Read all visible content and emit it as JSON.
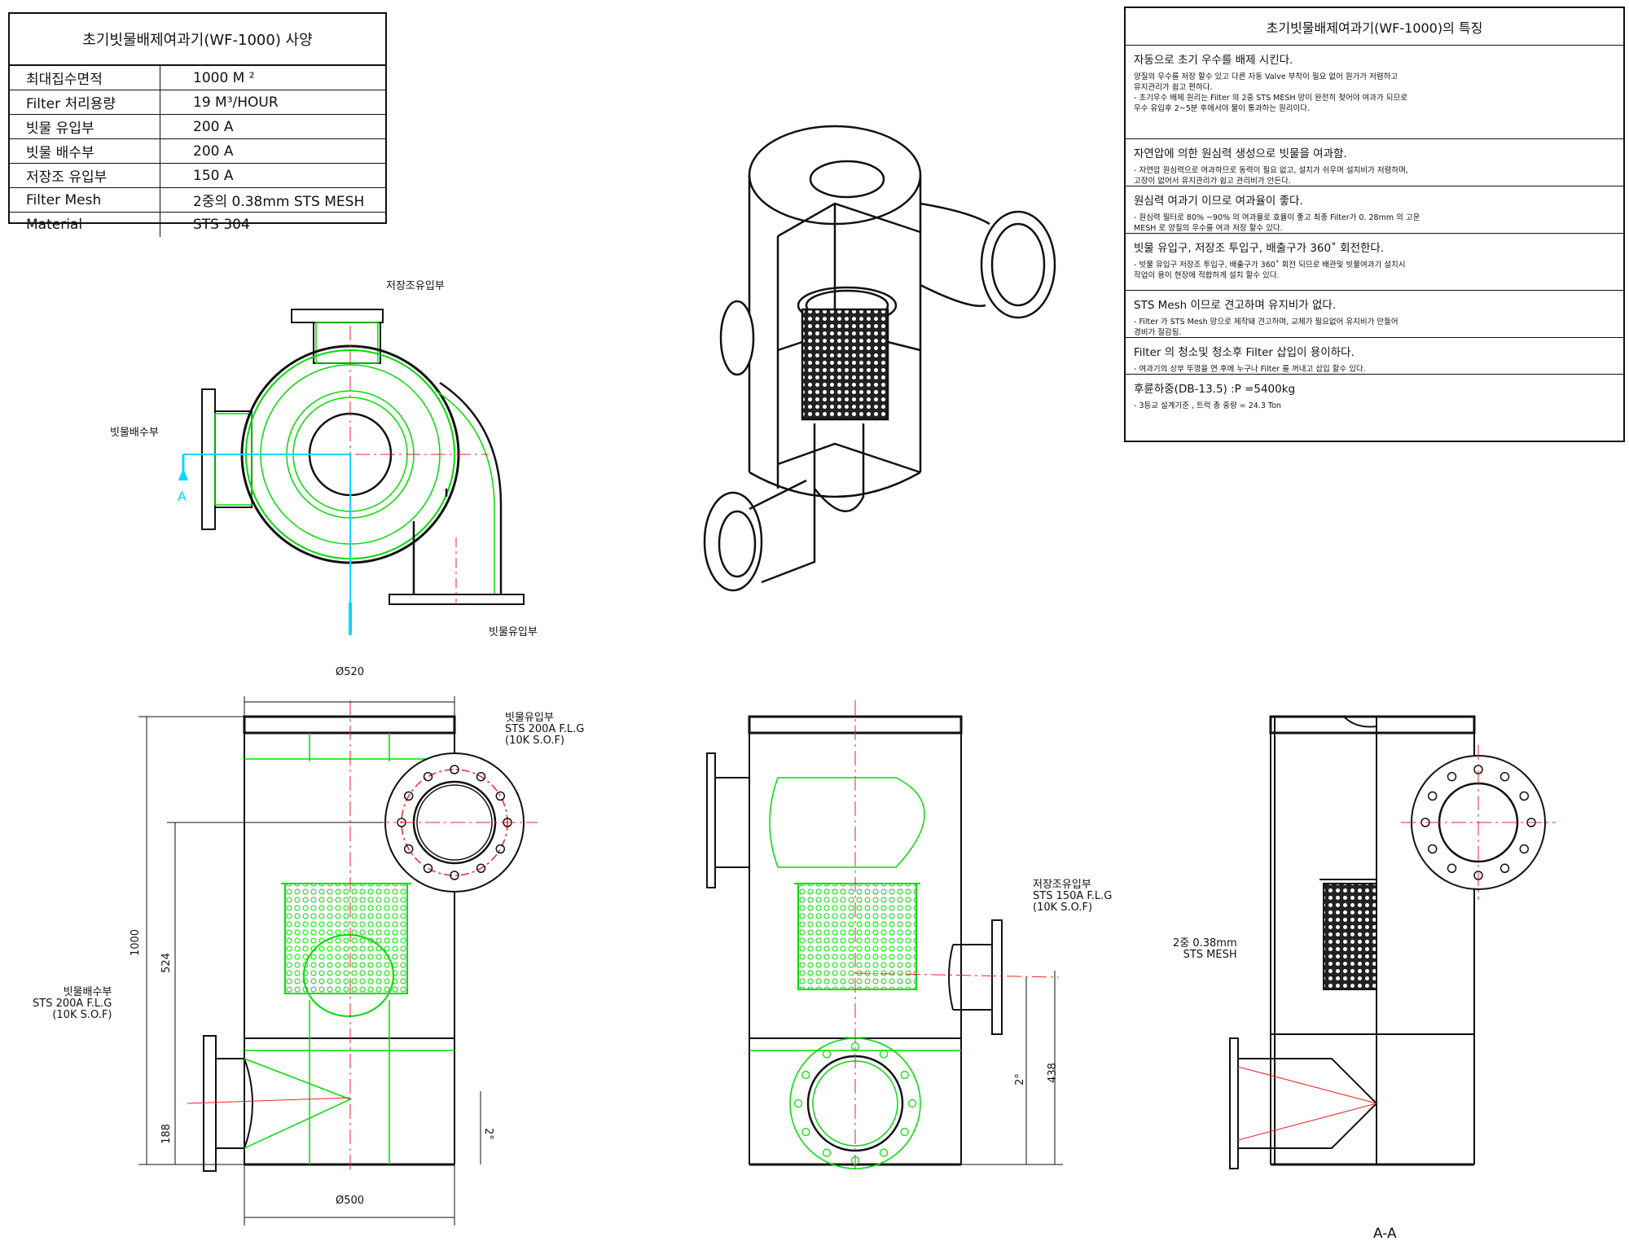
{
  "spec_table": {
    "title": "초기빗물배제여과기(WF-1000) 사양",
    "rows": [
      {
        "key": "최대집수면적",
        "value": "1000 M ²"
      },
      {
        "key": "Filter 처리용량",
        "value": "19 M³/HOUR"
      },
      {
        "key": "빗물 유입부",
        "value": "200 A"
      },
      {
        "key": "빗물 배수부",
        "value": "200 A"
      },
      {
        "key": "저장조 유입부",
        "value": "150 A"
      },
      {
        "key": "Filter Mesh",
        "value": "2중의 0.38mm STS MESH"
      },
      {
        "key": "Material",
        "value": "STS 304"
      }
    ]
  },
  "features": {
    "title": "초기빗물배제여과기(WF-1000)의 특징",
    "sections": [
      {
        "heading": "자동으로 초기 우수를 배제 시킨다.",
        "detail": "양질의 우수를 저장 할수 있고 다른 자동 Valve 부착이 필요 없어 원가가 저렴하고\n유지관리가 쉽고 편하다.\n- 초기우수 배제 원리는 Filter 의  2중 STS MESH 망이 완전히 젖어야 여과가 되므로\n우수 유입후 2~5분 후에서야 물이 통과하는 원리이다."
      },
      {
        "heading": "자연압에 의한 원심력 생성으로 빗물을 여과함.",
        "detail": "- 자연압 원심력으로 여과하므로 동력이 필요 없고, 설치가 쉬우며 설치비가 저렴하며,\n고장이 없어서 유지관리가 쉽고 관리비가 안든다."
      },
      {
        "heading": "원심력 여과기 이므로 여과율이 좋다.",
        "detail": "- 원심력 필터로 80% ~90% 의 여과율로 효율이 좋고 최종 Filter가 0. 28mm 의 고운\nMESH 로 양질의 우수를 여과 저장 할수 있다."
      },
      {
        "heading": "빗물 유입구, 저장조 투입구, 배출구가 360˚ 회전한다.",
        "detail": "- 빗물 유입구 저장조 투입구, 배출구가 360˚  회전 되므로 배관및 빗물여과기 설치시\n작업이 용이 현장에 적합하게 설치 할수 있다."
      },
      {
        "heading": "STS Mesh 이므로 견고하며 유지비가 없다.",
        "detail": "- Filter 가 STS Mesh 망으로 제작돼 견고하며, 교체가 필요없어 유지비가 안들어\n경비가 절감됨."
      },
      {
        "heading": "Filter 의 청소및 청소후 Filter 삽입이 용이하다.",
        "detail": "- 여과기의 상부 뚜껑을 연 후에 누구나 Filter 를 꺼내고 삽입 할수 있다."
      },
      {
        "heading": "후륜하중(DB-13.5) :P =5400kg",
        "detail": "- 3등교 설계기준 , 트럭 총 중량 = 24.3 Ton"
      }
    ]
  },
  "top_view": {
    "label_storage_inlet": "저장조유입부",
    "label_drain": "빗물배수부",
    "label_inlet": "빗물유입부",
    "section_marker": "A"
  },
  "front_view": {
    "dim_top_dia": "Ø520",
    "dim_bottom_dia": "Ø500",
    "dim_height": "1000",
    "dim_524": "524",
    "dim_188": "188",
    "dim_angle": "2°",
    "label_inlet": "빗물유입부\nSTS  200A  F.L.G\n(10K  S.O.F)",
    "label_drain": "빗물배수부\nSTS  200A  F.L.G\n(10K  S.O.F)"
  },
  "side_view": {
    "label_storage": "저장조유입부\nSTS  150A  F.L.G\n(10K  S.O.F)",
    "dim_angle": "2°",
    "dim_438": "438"
  },
  "section_view": {
    "label_mesh": "2중 0.38mm\nSTS MESH",
    "caption": "A-A"
  },
  "colors": {
    "line": "#111111",
    "green": "#00dd00",
    "red": "#e8262b",
    "cyan": "#00d8ff"
  }
}
